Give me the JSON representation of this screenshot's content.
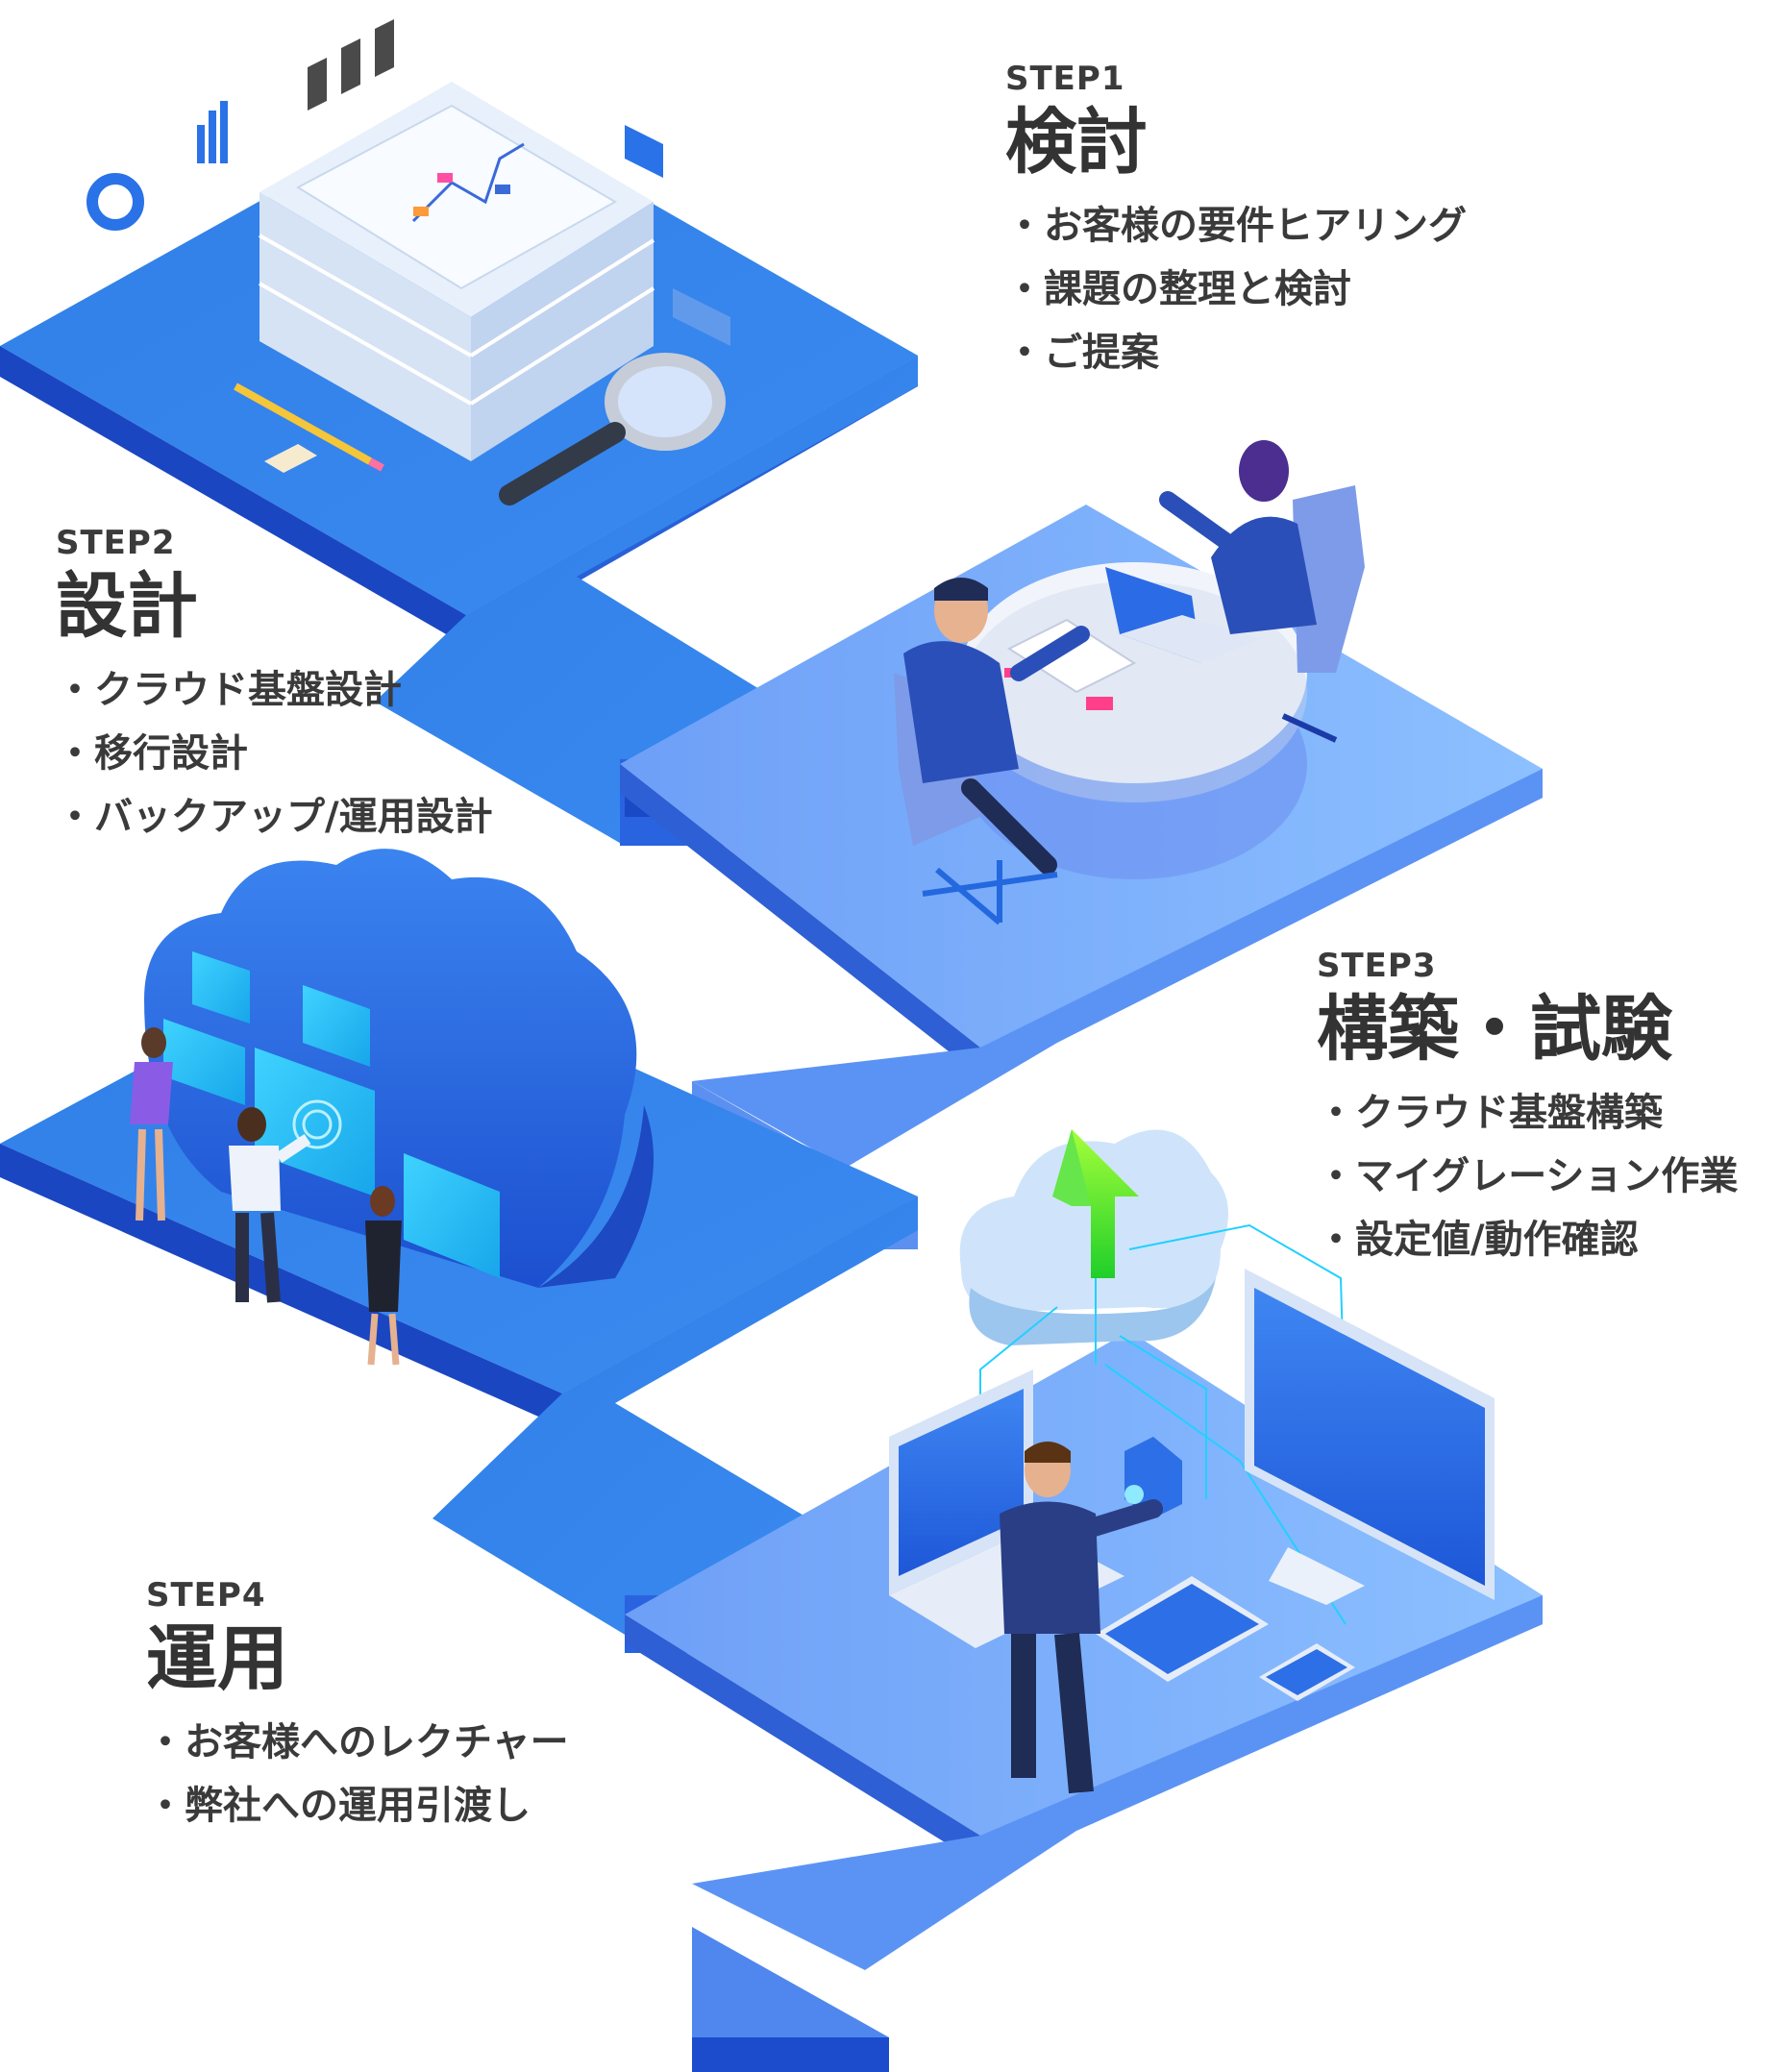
{
  "steps": [
    {
      "label": "STEP1",
      "title": "検討",
      "items": [
        "お客様の要件ヒアリング",
        "課題の整理と検討",
        "ご提案"
      ]
    },
    {
      "label": "STEP2",
      "title": "設計",
      "items": [
        "クラウド基盤設計",
        "移行設計",
        "バックアップ/運用設計"
      ]
    },
    {
      "label": "STEP3",
      "title": "構築・試験",
      "items": [
        "クラウド基盤構築",
        "マイグレーション作業",
        "設定値/動作確認"
      ]
    },
    {
      "label": "STEP4",
      "title": "運用",
      "items": [
        "お客様へのレクチャー",
        "弊社への運用引渡し"
      ]
    }
  ],
  "colors": {
    "path_dark": "#1a4fd6",
    "path_mid": "#2f7fe8",
    "path_light": "#6aa6ff",
    "platform_light": "#8fb8ff",
    "text": "#333333"
  },
  "icons": [
    "document-stack-icon",
    "magnifier-icon",
    "pencil-icon",
    "meeting-table-icon",
    "laptop-icon",
    "cloud-dashboard-icon",
    "cloud-upload-icon",
    "monitor-icon",
    "tablet-icon",
    "smartphone-icon"
  ]
}
